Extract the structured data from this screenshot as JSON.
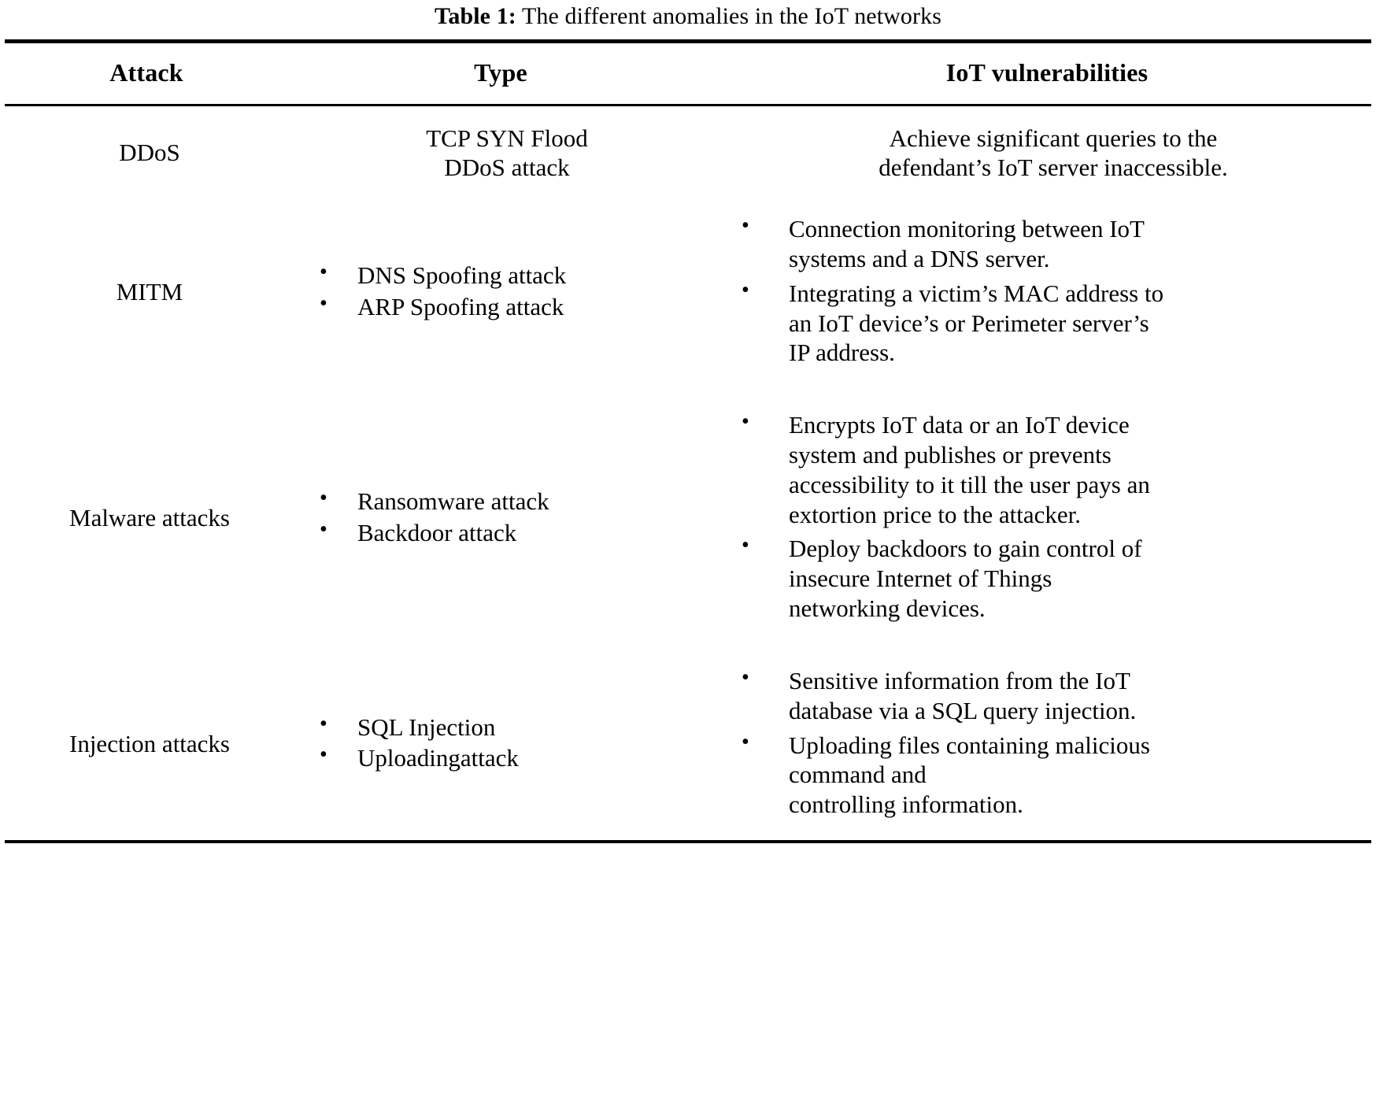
{
  "caption": {
    "label": "Table 1:",
    "text": "The different anomalies in the IoT networks"
  },
  "columns": [
    {
      "key": "attack",
      "header": "Attack"
    },
    {
      "key": "type",
      "header": "Type"
    },
    {
      "key": "vulnerabilities",
      "header": "IoT vulnerabilities"
    }
  ],
  "rows": [
    {
      "attack": "DDoS",
      "type_lines": [
        "TCP SYN Flood",
        "DDoS attack"
      ],
      "vuln_lines": [
        "Achieve significant queries to the",
        "defendant’s IoT server inaccessible."
      ]
    },
    {
      "attack": "MITM",
      "type_bullets": [
        "DNS Spoofing attack",
        "ARP Spoofing attack"
      ],
      "vuln_bullets": [
        [
          "Connection monitoring between IoT",
          "systems and a DNS server."
        ],
        [
          "Integrating a victim’s MAC address to",
          "an IoT device’s or Perimeter server’s",
          "IP address."
        ]
      ]
    },
    {
      "attack": "Malware attacks",
      "type_bullets": [
        "Ransomware attack",
        "Backdoor attack"
      ],
      "vuln_bullets": [
        [
          "Encrypts IoT data or an IoT device",
          "system and publishes or prevents",
          "accessibility to it till the user pays an",
          "extortion price to the attacker."
        ],
        [
          "Deploy backdoors to gain control of",
          "insecure Internet of Things",
          "networking devices."
        ]
      ]
    },
    {
      "attack": "Injection attacks",
      "type_bullets": [
        "SQL Injection",
        "Uploadingattack"
      ],
      "vuln_bullets": [
        [
          "Sensitive information from the IoT",
          "database via a SQL query injection."
        ],
        [
          "Uploading files containing malicious",
          "command and",
          "controlling information."
        ]
      ]
    }
  ],
  "style": {
    "text_color": "#000000",
    "background": "#ffffff",
    "bullet_glyph": "•"
  }
}
